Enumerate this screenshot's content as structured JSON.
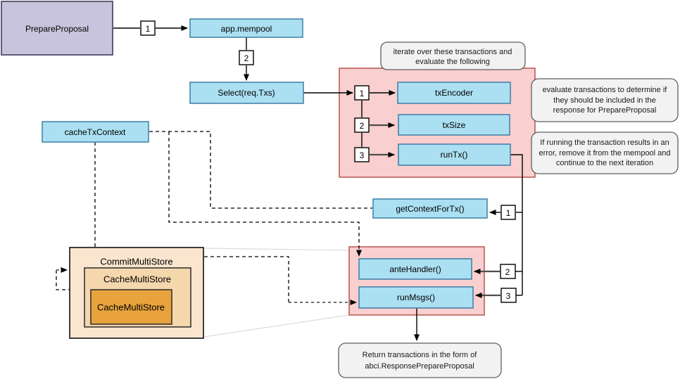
{
  "nodes": {
    "prepare_proposal": "PrepareProposal",
    "app_mempool": "app.mempool",
    "select_txs": "Select(req.Txs)",
    "tx_encoder": "txEncoder",
    "tx_size": "txSize",
    "run_tx": "runTx()",
    "cache_tx_context": "cacheTxContext",
    "get_context_for_tx": "getContextForTx()",
    "ante_handler": "anteHandler()",
    "run_msgs": "runMsgs()",
    "commit_multi_store": "CommitMultiStore",
    "cache_multi_store": "CacheMultiStore",
    "cache_multi_store_inner": "CacheMultiStore"
  },
  "steps": {
    "one": "1",
    "two": "2",
    "three": "3"
  },
  "notes": {
    "iterate": {
      "lines": [
        "iterate over these transactions and",
        "evaluate the following"
      ]
    },
    "evaluate": {
      "lines": [
        "evaluate transactions to determine if",
        "they should be included in the",
        "response for PrepareProposal"
      ]
    },
    "error": {
      "lines": [
        "If running the transaction results in an",
        "error, remove it from the mempool and",
        "continue to the next iteration"
      ]
    },
    "return": {
      "lines": [
        "Return transactions in the form of",
        "abci.ResponsePrepareProposal"
      ]
    }
  },
  "colors": {
    "node_blue_fill": "#ABDFF2",
    "node_blue_stroke": "#3D7FA6",
    "purple_fill": "#C9C4DD",
    "purple_stroke": "#5D5B77",
    "pink_fill": "#F9CFCF",
    "pink_stroke": "#B85450",
    "peach_outer_fill": "#FAE5CE",
    "peach_mid_fill": "#F5D7AD",
    "orange_inner_fill": "#E8A33D",
    "note_fill": "#F2F2F2",
    "note_stroke": "#5F5F5F"
  }
}
